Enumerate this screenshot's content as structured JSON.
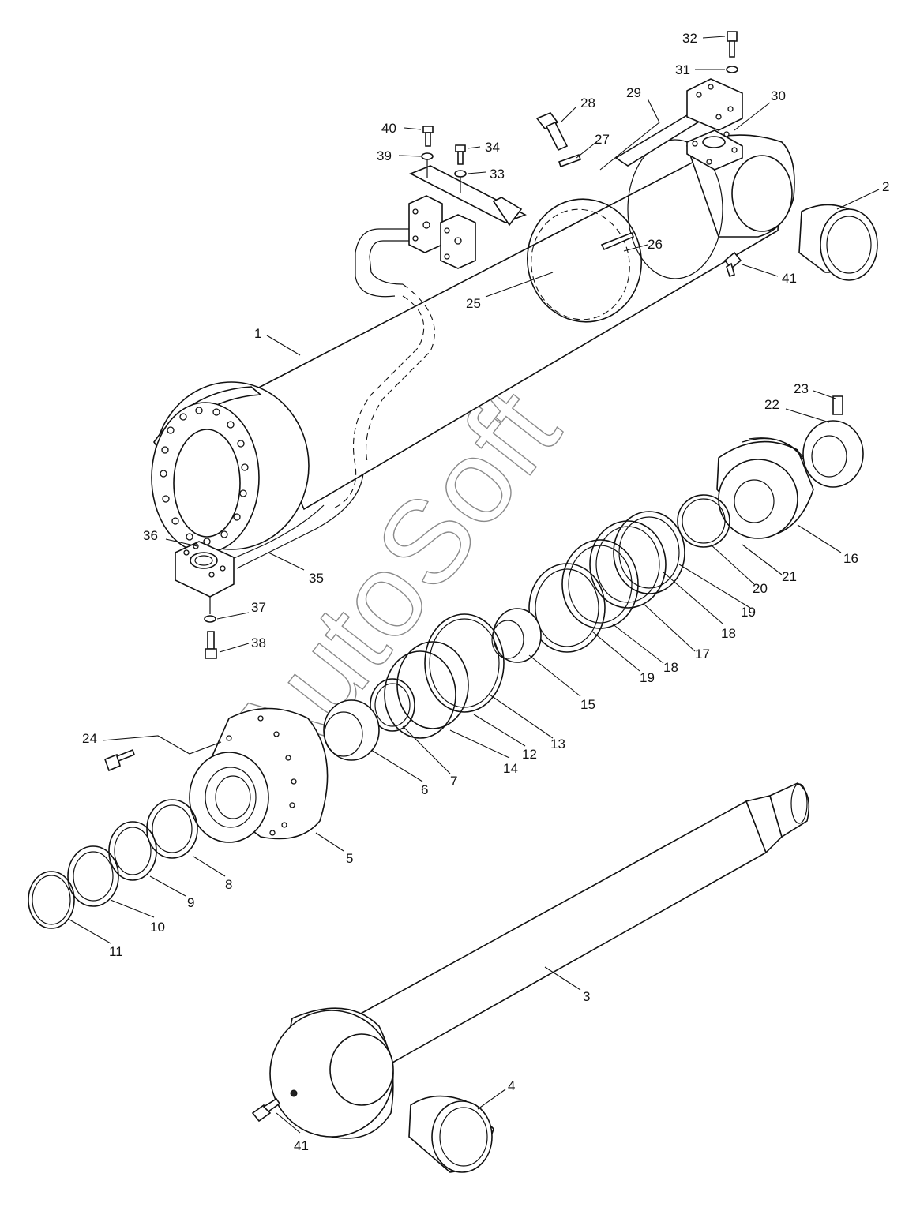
{
  "watermark": "AutoSoft",
  "callouts": [
    {
      "id": "c1",
      "text": "1"
    },
    {
      "id": "c2",
      "text": "2"
    },
    {
      "id": "c3",
      "text": "3"
    },
    {
      "id": "c4",
      "text": "4"
    },
    {
      "id": "c5",
      "text": "5"
    },
    {
      "id": "c6",
      "text": "6"
    },
    {
      "id": "c7",
      "text": "7"
    },
    {
      "id": "c8",
      "text": "8"
    },
    {
      "id": "c9",
      "text": "9"
    },
    {
      "id": "c10",
      "text": "10"
    },
    {
      "id": "c11",
      "text": "11"
    },
    {
      "id": "c12",
      "text": "12"
    },
    {
      "id": "c13",
      "text": "13"
    },
    {
      "id": "c14",
      "text": "14"
    },
    {
      "id": "c15",
      "text": "15"
    },
    {
      "id": "c16",
      "text": "16"
    },
    {
      "id": "c17",
      "text": "17"
    },
    {
      "id": "c18a",
      "text": "18"
    },
    {
      "id": "c18b",
      "text": "18"
    },
    {
      "id": "c19a",
      "text": "19"
    },
    {
      "id": "c19b",
      "text": "19"
    },
    {
      "id": "c20",
      "text": "20"
    },
    {
      "id": "c21",
      "text": "21"
    },
    {
      "id": "c22",
      "text": "22"
    },
    {
      "id": "c23",
      "text": "23"
    },
    {
      "id": "c24",
      "text": "24"
    },
    {
      "id": "c25",
      "text": "25"
    },
    {
      "id": "c26",
      "text": "26"
    },
    {
      "id": "c27",
      "text": "27"
    },
    {
      "id": "c28",
      "text": "28"
    },
    {
      "id": "c29",
      "text": "29"
    },
    {
      "id": "c30",
      "text": "30"
    },
    {
      "id": "c31",
      "text": "31"
    },
    {
      "id": "c32",
      "text": "32"
    },
    {
      "id": "c33",
      "text": "33"
    },
    {
      "id": "c34",
      "text": "34"
    },
    {
      "id": "c35",
      "text": "35"
    },
    {
      "id": "c36",
      "text": "36"
    },
    {
      "id": "c37",
      "text": "37"
    },
    {
      "id": "c38",
      "text": "38"
    },
    {
      "id": "c39",
      "text": "39"
    },
    {
      "id": "c40",
      "text": "40"
    },
    {
      "id": "c41a",
      "text": "41"
    },
    {
      "id": "c41b",
      "text": "41"
    }
  ]
}
